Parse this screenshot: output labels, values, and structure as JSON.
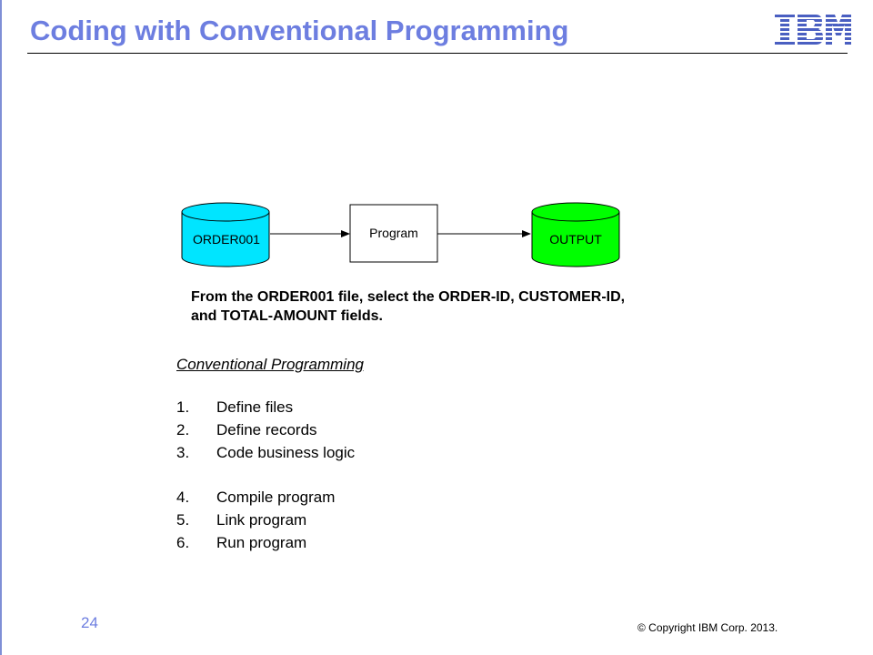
{
  "slide": {
    "title": "Coding with Conventional Programming",
    "logo_text": "IBM",
    "page_number": "24",
    "copyright": "© Copyright  IBM Corp.  2013."
  },
  "diagram": {
    "input_file": {
      "label": "ORDER001",
      "color": "#00e5ff"
    },
    "program": {
      "label": "Program"
    },
    "output_file": {
      "label": "OUTPUT",
      "color": "#00ff00"
    },
    "caption_line1": "From the ORDER001 file, select the ORDER-ID, CUSTOMER-ID,",
    "caption_line2": "and TOTAL-AMOUNT fields."
  },
  "section": {
    "heading": "Conventional Programming",
    "steps": [
      {
        "num": "1.",
        "text": "Define files"
      },
      {
        "num": "2.",
        "text": "Define records"
      },
      {
        "num": "3.",
        "text": "Code business logic"
      },
      {
        "num": "4.",
        "text": "Compile program"
      },
      {
        "num": "5.",
        "text": "Link program"
      },
      {
        "num": "6.",
        "text": "Run program"
      }
    ]
  },
  "colors": {
    "title": "#6d7ee0",
    "accent_rule": "#7f8fd6",
    "logo": "#4a5fc1"
  }
}
